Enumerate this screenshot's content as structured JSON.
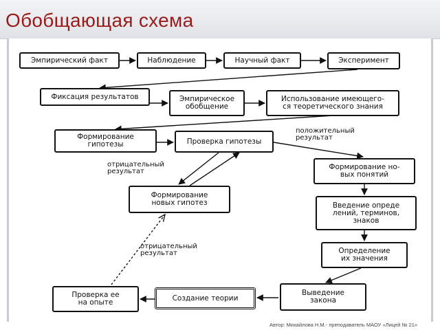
{
  "title": "Обобщающая схема",
  "boxes": {
    "b1": "Эмпирический факт",
    "b2": "Наблюдение",
    "b3": "Научный факт",
    "b4": "Эксперимент",
    "b5": "Фиксация результатов",
    "b6": "Эмпирическое\nобобщение",
    "b7": "Использование имеющего-\nся теоретического знания",
    "b8": "Формирование\nгипотезы",
    "b9": "Проверка гипотезы",
    "b10": "Формирование но-\nвых понятий",
    "b11": "Формирование\nновых гипотез",
    "b12": "Введение опреде\nлений, терминов,\nзнаков",
    "b13": "Определение\nих значения",
    "b14": "Проверка ее\nна опыте",
    "b15": "Создание теории",
    "b16": "Выведение\nзакона"
  },
  "notes": {
    "positive": "положительный\nрезультат",
    "negative1": "отрицательный\nрезультат",
    "negative2": "отрицательный\nрезультат"
  },
  "footer": "Автор: Михайлова Н.М.- преподаватель МАОУ «Лицей № 21»"
}
